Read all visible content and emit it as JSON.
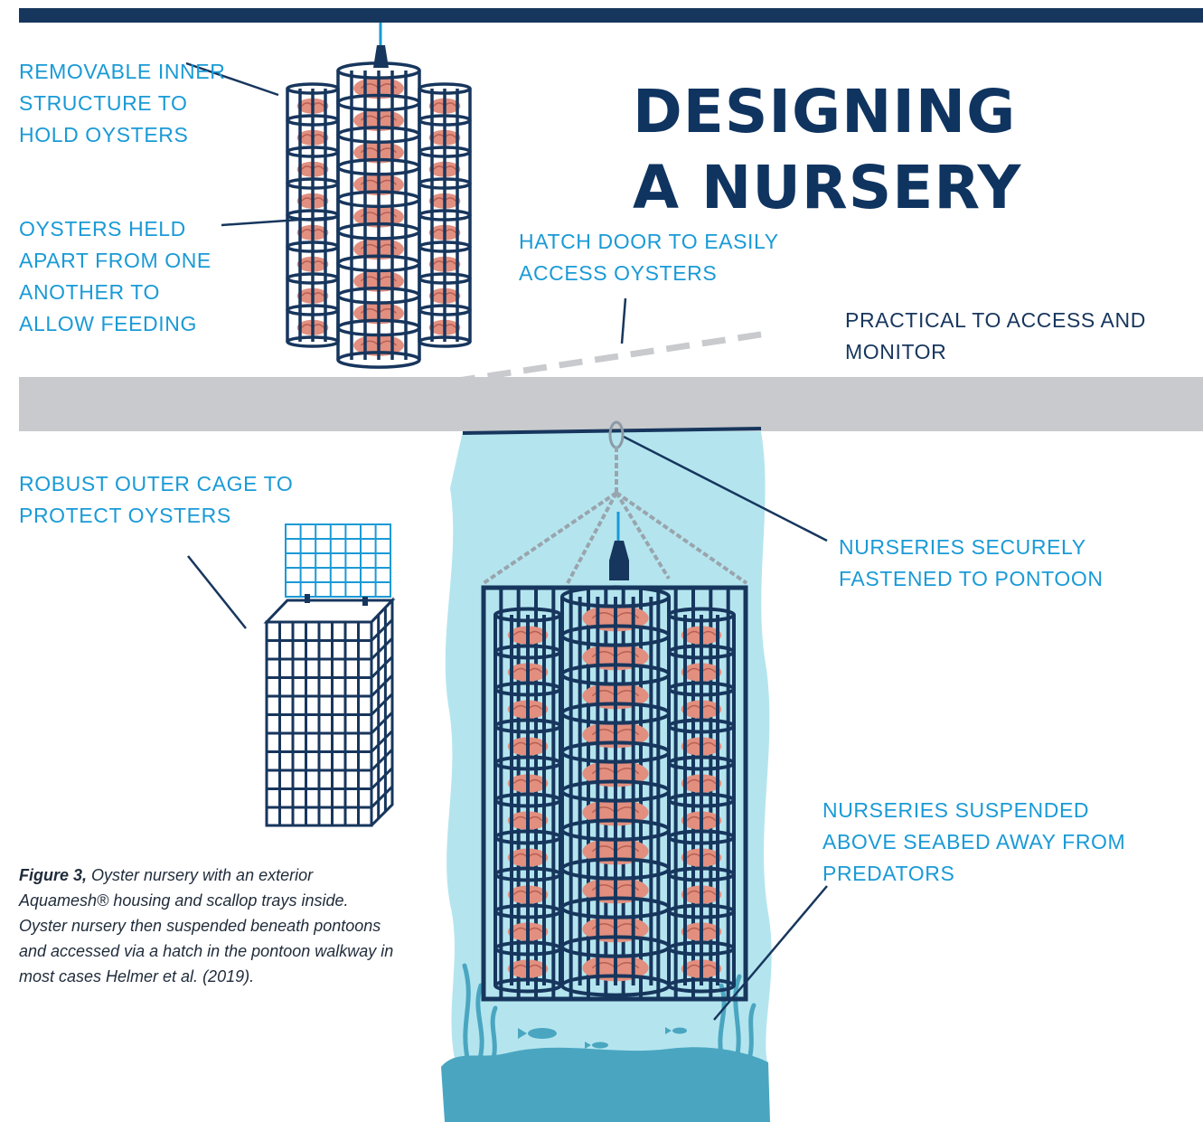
{
  "title": {
    "line1": "DESIGNING",
    "line2": "A NURSERY"
  },
  "labels": {
    "removable_inner": "REMOVABLE INNER STRUCTURE TO HOLD OYSTERS",
    "held_apart": "OYSTERS HELD APART FROM ONE ANOTHER TO ALLOW FEEDING",
    "hatch_door": "HATCH DOOR TO EASILY ACCESS OYSTERS",
    "practical": "PRACTICAL TO ACCESS AND MONITOR",
    "robust_cage": "ROBUST OUTER CAGE TO PROTECT OYSTERS",
    "fastened": "NURSERIES SECURELY FASTENED TO PONTOON",
    "suspended": "NURSERIES SUSPENDED ABOVE SEABED AWAY FROM PREDATORS"
  },
  "caption": {
    "figure_label": "Figure 3,",
    "text": " Oyster nursery with an exterior Aquamesh® housing and scallop trays inside. Oyster nursery then suspended beneath pontoons and accessed via a hatch in the pontoon walkway in most cases Helmer et al. (2019)."
  },
  "colors": {
    "navy": "#17365d",
    "accent_blue": "#1a9ad6",
    "water": "#b4e5ef",
    "seabed": "#4aa6c0",
    "pontoon_grey": "#c8cacd",
    "oyster": "#e28f7f"
  },
  "icons": [
    "inner-cage-illustration",
    "outer-cage-illustration",
    "suspended-nursery-illustration",
    "fish-icon",
    "seaweed-icon"
  ]
}
